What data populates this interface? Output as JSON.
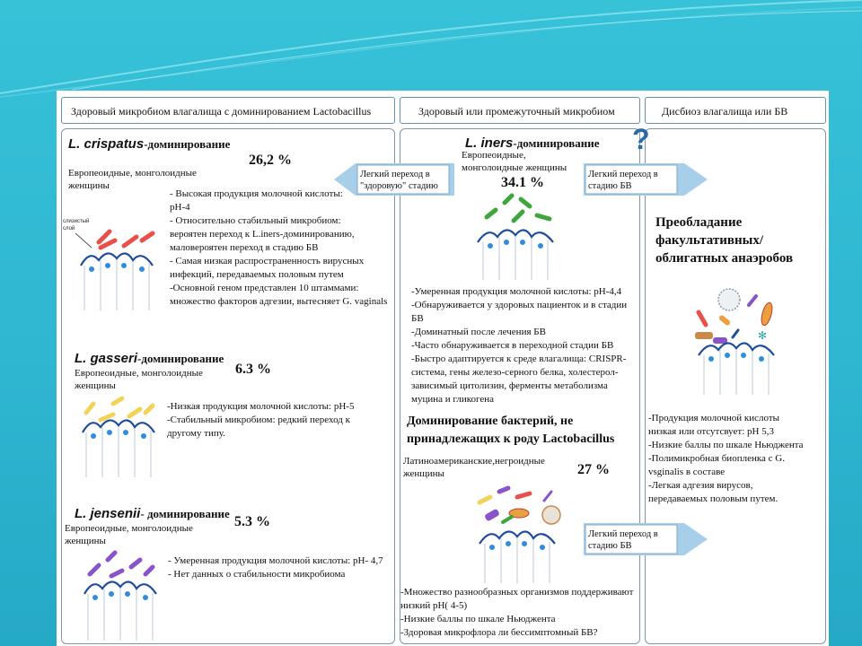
{
  "headers": {
    "col1": "Здоровый микробиом влагалища с доминированием Lactobacillus",
    "col2": "Здоровый или промежуточный микробиом",
    "col3": "Дисбиоз влагалища или БВ"
  },
  "crispatus": {
    "species": "L. crispatus",
    "suffix": "-доминирование",
    "percent": "26,2 %",
    "population": [
      "Европеоидные, монголоидные",
      "женщины"
    ],
    "facts": [
      "- Высокая продукция молочной кислоты:",
      "рН-4",
      "- Относительно стабильный микробиом:",
      "вероятен переход к L.iners-доминированию,",
      "маловероятен переход в стадию БВ",
      "- Самая низкая распространенность вирусных",
      "инфекций, передаваемых половым путем",
      "-Основной геном представлен 10 штаммами:",
      "множество факторов адгезии, вытесняет G. vaginals"
    ],
    "mucus_label": [
      "слизистый",
      "слой"
    ]
  },
  "gasseri": {
    "species": "L. gasseri",
    "suffix": "-доминирование",
    "percent": "6.3 %",
    "population": [
      "Европеоидные, монголоидные",
      "женщины"
    ],
    "facts": [
      "-Низкая продукция молочной кислоты: рН-5",
      "-Стабильный микробиом: редкий переход к",
      "другому типу."
    ]
  },
  "jensenii": {
    "species": "L. jensenii",
    "suffix": "- доминирование",
    "percent": "5.3 %",
    "population": [
      "Европеоидные, монголоидные",
      "женщины"
    ],
    "facts": [
      "- Умеренная продукция молочной кислоты: рН- 4,7",
      "- Нет данных о стабильности микробиома"
    ]
  },
  "iners": {
    "species": "L. iners",
    "suffix": "-доминирование",
    "percent": "34.1 %",
    "population": [
      "Европеоидные,",
      "монголоидные женщины"
    ],
    "facts": [
      "-Умеренная продукция молочной кислоты: рН-4,4",
      "-Обнаруживается у здоровых пациенток и в стадии",
      "БВ",
      "-Доминатный после лечения БВ",
      "-Часто обнаруживается в переходной стадии БВ",
      "-Быстро адаптируется к среде влагалища: CRISPR-",
      "система, гены железо-серного белка, холестерол-",
      "зависимый цитолизин, ферменты метаболизма",
      "муцина и гликогена"
    ]
  },
  "non_lacto": {
    "title": [
      "Доминирование бактерий, не",
      "принадлежащих к роду Lactobacillus"
    ],
    "percent": "27 %",
    "population": [
      "Латиноамериканские,негроидные",
      "женщины"
    ],
    "facts": [
      "-Множество разнообразных организмов поддерживают",
      "низкий рН( 4-5)",
      "-Низкие баллы по шкале Ньюджента",
      "-Здоровая микрофлора ли бессимптомный БВ?"
    ]
  },
  "dysbiosis": {
    "title": [
      "Преобладание",
      "факультативных/",
      "облигатных анаэробов"
    ],
    "facts": [
      "-Продукция молочной кислоты",
      "низкая или отсутсвует: рН 5,3",
      "-Низкие баллы по шкале Ньюджента",
      "-Полимикробная биопленка с G.",
      "vsginalis в составе",
      "-Легкая адгезия вирусов,",
      "передаваемых половым путем."
    ]
  },
  "arrows": {
    "left": [
      "Легкий переход в",
      "\"здоровую\" стадию"
    ],
    "right_top": [
      "Легкий переход в",
      "стадию БВ"
    ],
    "right_bottom": [
      "Легкий переход в",
      "стадию БВ"
    ],
    "question": "?"
  },
  "colors": {
    "crispatus": "#e8504a",
    "gasseri": "#f3d25a",
    "jensenii": "#8855c8",
    "iners": "#3fa63c",
    "arrow": "#a8cfe9",
    "cells": "#1f4d9e"
  }
}
